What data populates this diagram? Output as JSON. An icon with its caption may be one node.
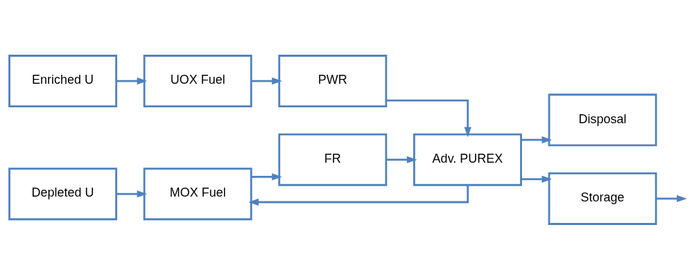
{
  "diagram": {
    "nodes": [
      {
        "text": [
          "Enriched U"
        ]
      },
      {
        "text": [
          "UOX Fuel"
        ]
      },
      {
        "text": [
          "PWR"
        ]
      },
      {
        "text": [
          "Disposal"
        ]
      },
      {
        "text": [
          "Depleted U"
        ]
      },
      {
        "text": [
          "MOX Fuel"
        ]
      },
      {
        "text": [
          "FR"
        ]
      },
      {
        "text": [
          "Adv. PUREX"
        ]
      },
      {
        "text": [
          "Storage"
        ]
      }
    ],
    "edges": [
      {
        "from": 0,
        "to": 1,
        "arrow": "to"
      },
      {
        "from": 1,
        "to": 2,
        "arrow": "to"
      },
      {
        "from": 2,
        "to": 7,
        "arrow": "to"
      },
      {
        "from": 7,
        "to": 3,
        "arrow": "to"
      },
      {
        "from": 4,
        "to": 5,
        "arrow": "to"
      },
      {
        "from": 5,
        "to": 6,
        "arrow": "to"
      },
      {
        "from": 6,
        "to": 7,
        "arrow": "to"
      },
      {
        "from": 7,
        "to": 5,
        "arrow": "to"
      },
      {
        "from": 7,
        "to": 8,
        "arrow": "to"
      },
      {
        "from": 8,
        "to": null,
        "arrow": "to"
      }
    ]
  }
}
